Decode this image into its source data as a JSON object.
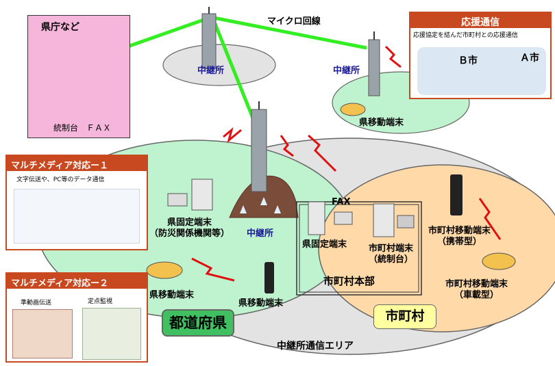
{
  "labels": {
    "prefecture_office": "県庁など",
    "control_console_fax": "統制台　ＦＡＸ",
    "microwave_line": "マイクロ回線",
    "relay_station_top": "中継所",
    "relay_station_right": "中継所",
    "relay_station_center": "中継所",
    "pref_mobile_terminal_right": "県移動端末",
    "pref_fixed_terminal_disaster": "県固定端末\n（防災関係機関等）",
    "pref_mobile_terminal_car": "県移動端末",
    "pref_mobile_terminal_handheld": "県移動端末",
    "fax": "FAX",
    "pref_fixed_terminal": "県固定端末",
    "municipal_terminal": "市町村端末\n（統制台）",
    "municipal_hq": "市町村本部",
    "municipal_mobile_portable": "市町村移動端末\n（携帯型）",
    "municipal_mobile_vehicle": "市町村移動端末\n（車載型）",
    "prefecture_area": "都道府県",
    "municipality_area": "市町村",
    "relay_coverage_area": "中継所通信エリア"
  },
  "support_panel": {
    "title": "応援通信",
    "description": "応援協定を結んだ市町村との応援通信",
    "city_b": "Ｂ市",
    "city_a": "Ａ市"
  },
  "multimedia_1": {
    "title": "マルチメディア対応ー１",
    "description": "文字伝送や、PC等のデータ通信"
  },
  "multimedia_2": {
    "title": "マルチメディア対応ー２",
    "video": "準動画伝送",
    "monitoring": "定点監視"
  },
  "colors": {
    "prefecture_office_bg": "#f6b6dc",
    "coverage_area": "#e3e3e3",
    "prefecture_zone": "#bff2cf",
    "municipal_zone": "#ffd9a8",
    "microwave_link": "#33ee22",
    "radio_bolt": "#e01010",
    "panel_title_bg": "#c8481f",
    "relay_label": "#1a1a9a",
    "prefecture_badge": "#40c060",
    "municipal_badge": "#ffffa0"
  }
}
